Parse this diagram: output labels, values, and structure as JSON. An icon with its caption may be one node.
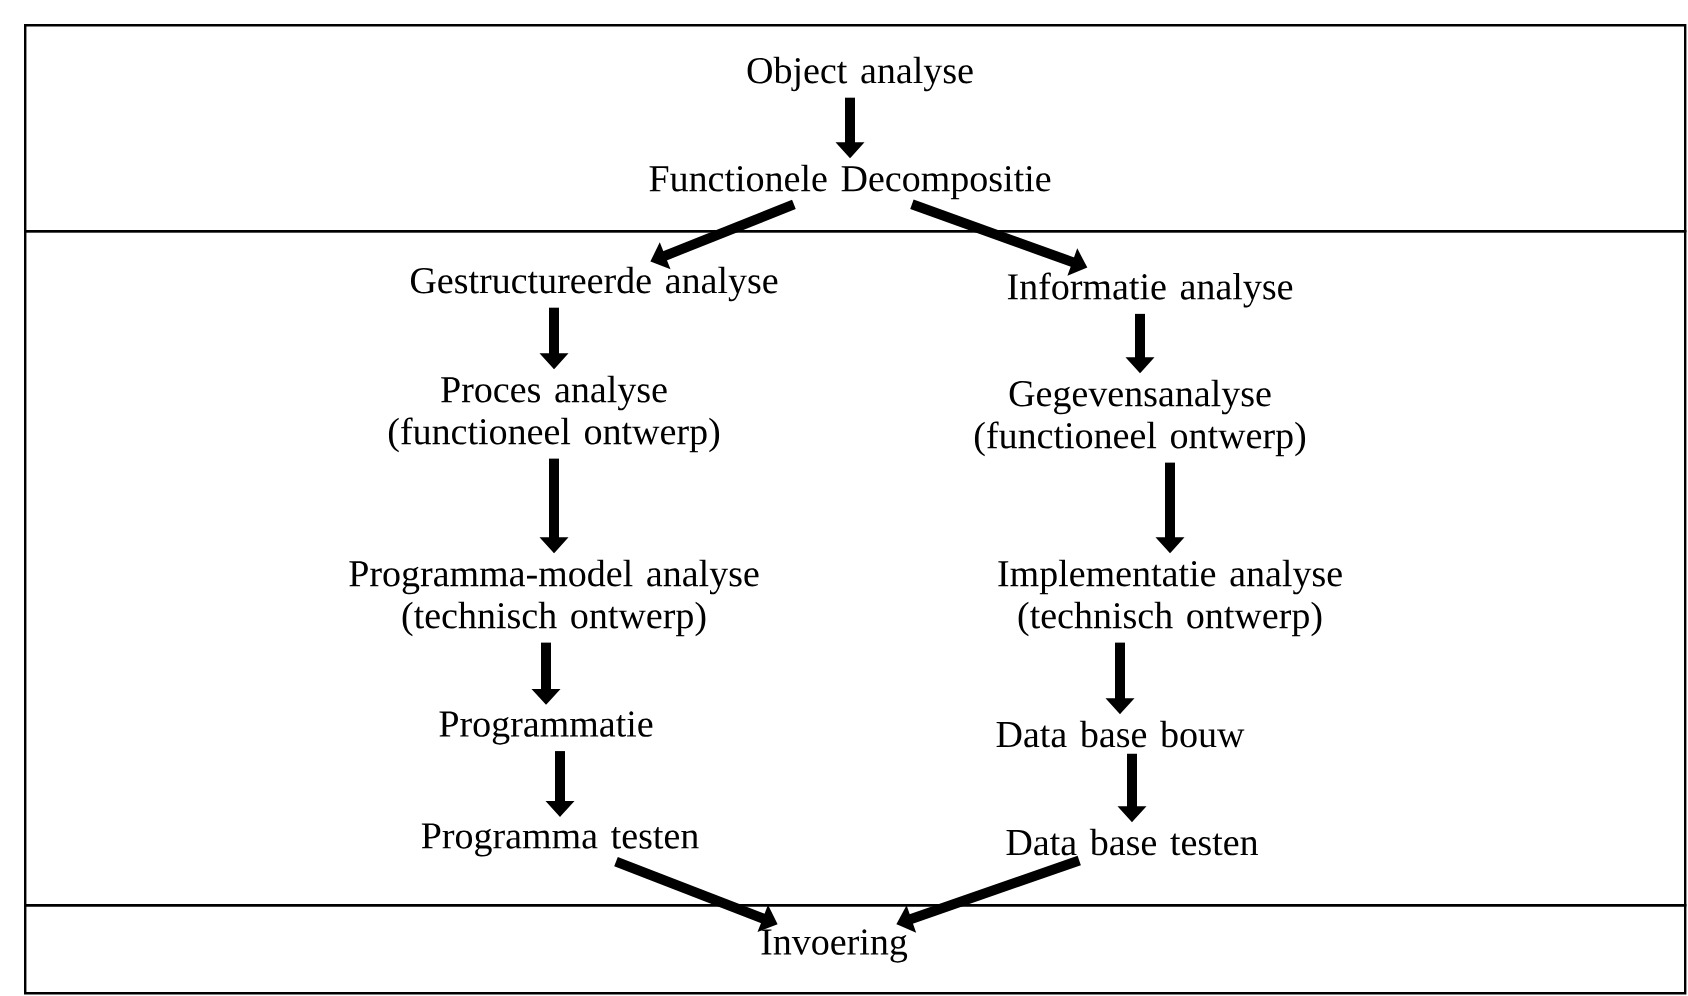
{
  "diagram": {
    "nodes": [
      {
        "text": [],
        "shape": "box"
      },
      {
        "text": [
          "Object analyse"
        ],
        "in": 0
      },
      {
        "text": [
          "Functionele Decompositie"
        ],
        "in": 0
      },
      {
        "text": [],
        "shape": "box"
      },
      {
        "text": [
          "Gestructureerde analyse"
        ],
        "in": 3
      },
      {
        "text": [
          "Proces analyse (functioneel ontwerp)"
        ],
        "in": 3
      },
      {
        "text": [
          "Programma-model analyse (technisch ontwerp)"
        ],
        "in": 3
      },
      {
        "text": [
          "Programmatie"
        ],
        "in": 3
      },
      {
        "text": [
          "Programma testen"
        ],
        "in": 3
      },
      {
        "text": [
          "Informatie analyse"
        ],
        "in": 3
      },
      {
        "text": [
          "Gegevensanalyse (functioneel ontwerp)"
        ],
        "in": 3
      },
      {
        "text": [
          "Implementatie analyse (technisch ontwerp)"
        ],
        "in": 3
      },
      {
        "text": [
          "Data base bouw"
        ],
        "in": 3
      },
      {
        "text": [
          "Data base testen"
        ],
        "in": 3
      },
      {
        "text": [],
        "shape": "box"
      },
      {
        "text": [
          "Invoering"
        ],
        "in": 14
      }
    ],
    "edges": [
      {
        "from": 1,
        "to": 2,
        "arrow": "to"
      },
      {
        "from": 2,
        "to": 4,
        "arrow": "to"
      },
      {
        "from": 2,
        "to": 9,
        "arrow": "to"
      },
      {
        "from": 4,
        "to": 5,
        "arrow": "to"
      },
      {
        "from": 5,
        "to": 6,
        "arrow": "to"
      },
      {
        "from": 6,
        "to": 7,
        "arrow": "to"
      },
      {
        "from": 7,
        "to": 8,
        "arrow": "to"
      },
      {
        "from": 9,
        "to": 10,
        "arrow": "to"
      },
      {
        "from": 10,
        "to": 11,
        "arrow": "to"
      },
      {
        "from": 11,
        "to": 12,
        "arrow": "to"
      },
      {
        "from": 12,
        "to": 13,
        "arrow": "to"
      },
      {
        "from": 8,
        "to": 15,
        "arrow": "to"
      },
      {
        "from": 13,
        "to": 15,
        "arrow": "to"
      }
    ]
  }
}
